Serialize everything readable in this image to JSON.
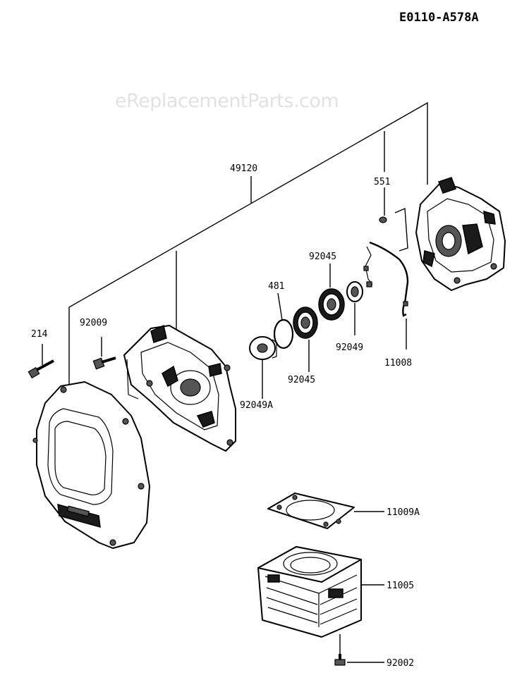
{
  "diagram_code": "E0110-A578A",
  "watermark": "eReplacementParts.com",
  "labels": {
    "p49120": "49120",
    "p551": "551",
    "p92045_top": "92045",
    "p481": "481",
    "p92009": "92009",
    "p214": "214",
    "p92049": "92049",
    "p11008": "11008",
    "p92045_bottom": "92045",
    "p92049A": "92049A",
    "p11009A": "11009A",
    "p11005": "11005",
    "p92002": "92002"
  }
}
